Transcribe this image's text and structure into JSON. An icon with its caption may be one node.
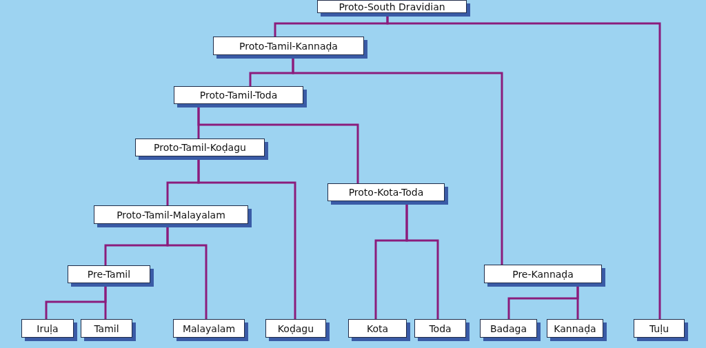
{
  "diagram": {
    "nodes": [
      {
        "text": [
          "Proto-South Dravidian"
        ]
      },
      {
        "text": [
          "Proto-Tamil-Kannaḍa"
        ]
      },
      {
        "text": [
          "Proto-Tamil-Toda"
        ]
      },
      {
        "text": [
          "Proto-Tamil-Koḍagu"
        ]
      },
      {
        "text": [
          "Proto-Kota-Toda"
        ]
      },
      {
        "text": [
          "Proto-Tamil-Malayalam"
        ]
      },
      {
        "text": [
          "Pre-Tamil"
        ]
      },
      {
        "text": [
          "Pre-Kannaḍa"
        ]
      },
      {
        "text": [
          "Iruḷa"
        ]
      },
      {
        "text": [
          "Tamil"
        ]
      },
      {
        "text": [
          "Malayalam"
        ]
      },
      {
        "text": [
          "Koḍagu"
        ]
      },
      {
        "text": [
          "Kota"
        ]
      },
      {
        "text": [
          "Toda"
        ]
      },
      {
        "text": [
          "Badaga"
        ]
      },
      {
        "text": [
          "Kannaḍa"
        ]
      },
      {
        "text": [
          "Tuḷu"
        ]
      }
    ],
    "edges": [
      {
        "from": 0,
        "to": 1,
        "arrow": "none"
      },
      {
        "from": 0,
        "to": 16,
        "arrow": "none"
      },
      {
        "from": 1,
        "to": 2,
        "arrow": "none"
      },
      {
        "from": 1,
        "to": 7,
        "arrow": "none"
      },
      {
        "from": 2,
        "to": 3,
        "arrow": "none"
      },
      {
        "from": 2,
        "to": 4,
        "arrow": "none"
      },
      {
        "from": 3,
        "to": 5,
        "arrow": "none"
      },
      {
        "from": 3,
        "to": 11,
        "arrow": "none"
      },
      {
        "from": 5,
        "to": 6,
        "arrow": "none"
      },
      {
        "from": 5,
        "to": 10,
        "arrow": "none"
      },
      {
        "from": 6,
        "to": 8,
        "arrow": "none"
      },
      {
        "from": 6,
        "to": 9,
        "arrow": "none"
      },
      {
        "from": 4,
        "to": 12,
        "arrow": "none"
      },
      {
        "from": 4,
        "to": 13,
        "arrow": "none"
      },
      {
        "from": 7,
        "to": 14,
        "arrow": "none"
      },
      {
        "from": 7,
        "to": 15,
        "arrow": "none"
      }
    ]
  }
}
